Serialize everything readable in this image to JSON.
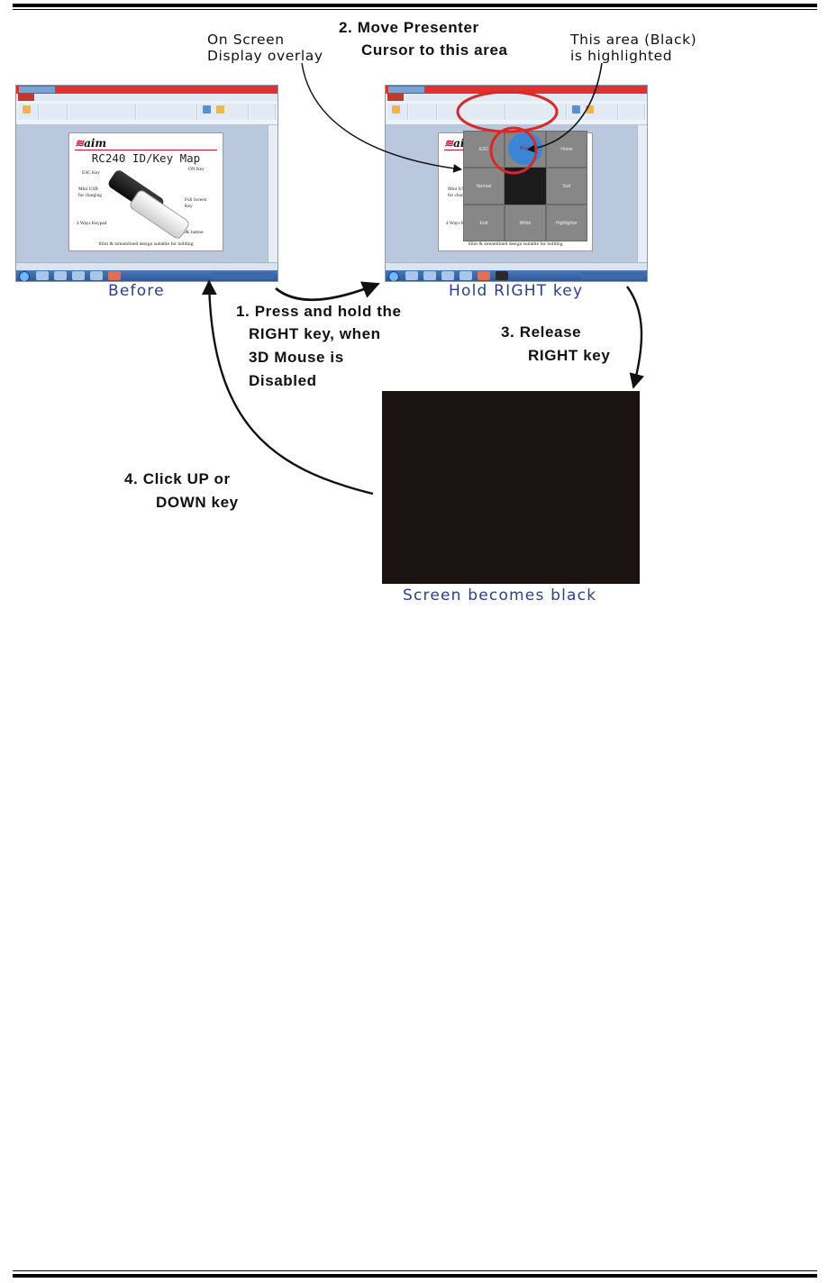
{
  "steps": {
    "step1": [
      "1. Press and hold the",
      "RIGHT key, when",
      "3D Mouse is",
      "Disabled"
    ],
    "step2": [
      "2. Move Presenter",
      "Cursor to this area"
    ],
    "step3": [
      "3. Release",
      "RIGHT key"
    ],
    "step4": [
      "4. Click UP or",
      "DOWN key"
    ]
  },
  "callouts": {
    "osd": [
      "On Screen",
      "Display overlay"
    ],
    "black_area": [
      "This area (Black)",
      "is highlighted"
    ]
  },
  "captions": {
    "before": "Before",
    "hold_right": "Hold RIGHT key",
    "black": "Screen becomes black"
  },
  "slide": {
    "logo": "aim",
    "title": "RC240 ID/Key Map",
    "notes": {
      "esc": "ESC Key",
      "on": "ON Key",
      "usb1": "Mini USB",
      "usb2": "for charging",
      "full1": "Full Screen",
      "full2": "Key",
      "keypad": "4 Ways Keypad",
      "ok": "OK button"
    },
    "caption": "Slim & streamlined design suitable for holding"
  },
  "osd_menu": {
    "esc": "ESC",
    "black": "Black",
    "home": "Home",
    "normal": "Normal",
    "surf": "Surf",
    "end": "End",
    "white": "White",
    "highlighter": "Highlighter"
  },
  "colors": {
    "arrow": "#111111",
    "circle": "#d42a2a",
    "caption": "#2a3f8f",
    "black_screen": "#1b1212",
    "osd_gray": "#878787",
    "osd_blue": "#3a86d4"
  }
}
